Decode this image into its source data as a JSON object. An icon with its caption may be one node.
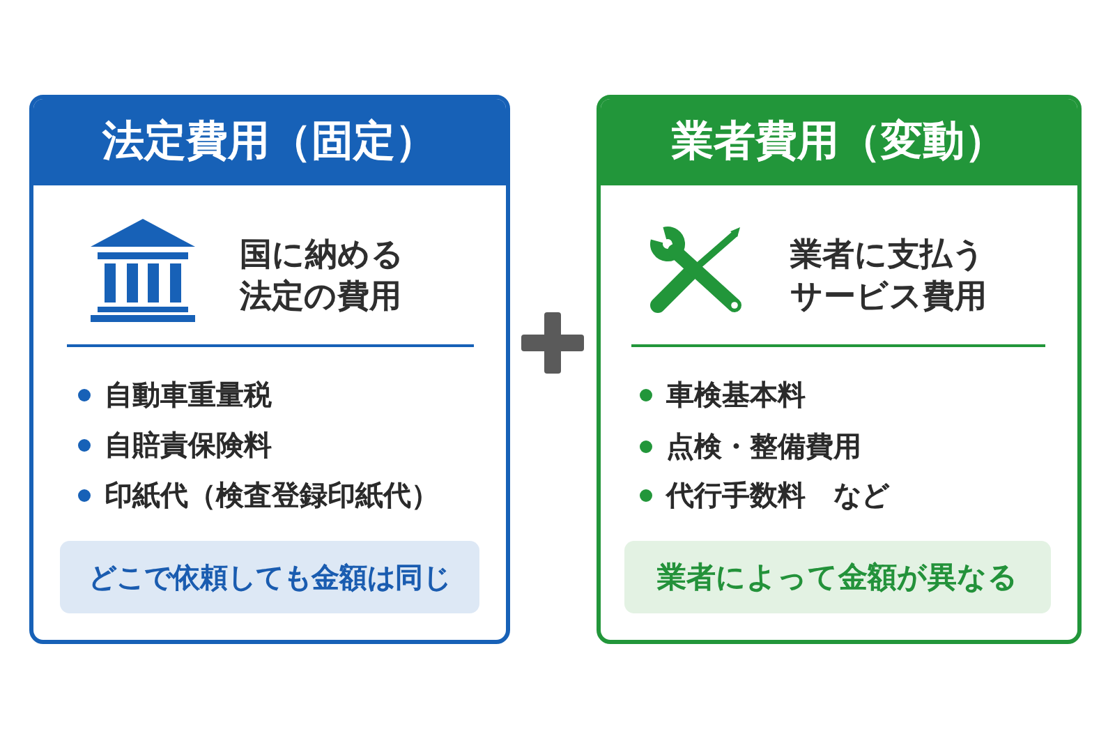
{
  "diagram": {
    "nodes": [
      {
        "text": [
          "法定費用（固定）",
          "国に納める法定の費用",
          "自動車重量税",
          "自賠責保険料",
          "印紙代（検査登録印紙代）"
        ]
      },
      {
        "text": [
          "どこで依頼しても金額は同じ"
        ],
        "in": 0
      },
      {
        "text": [
          "業者費用（変動）",
          "業者に支払うサービス費用",
          "車検基本料",
          "点検・整備費用",
          "代行手数料　など"
        ]
      },
      {
        "text": [
          "業者によって金額が異なる"
        ],
        "in": 2
      }
    ]
  }
}
